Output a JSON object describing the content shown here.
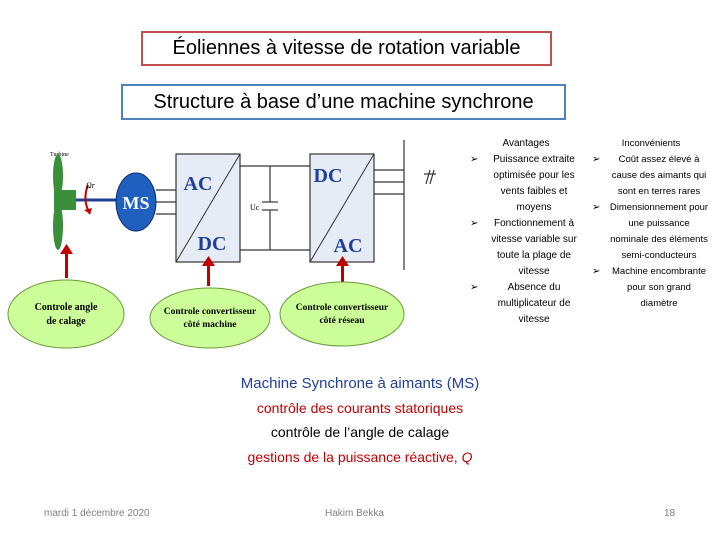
{
  "titles": {
    "main": "Éoliennes à vitesse de rotation variable",
    "sub": "Structure à base d’une machine synchrone"
  },
  "diagram": {
    "turbine_label": "Turbine",
    "omega_label": "Ωr",
    "ms_label": "MS",
    "conv1_top": "AC",
    "conv1_bottom": "DC",
    "conv2_top": "DC",
    "conv2_bottom": "AC",
    "uc_label": "Uc",
    "ctrl_pitch": [
      "Controle angle",
      "de calage"
    ],
    "ctrl_machine": [
      "Controle convertisseur",
      "côté machine"
    ],
    "ctrl_grid": [
      "Controle convertisseur",
      "côté réseau"
    ]
  },
  "advantages": {
    "header": "Avantages",
    "items": [
      "Puissance extraite optimisée pour les vents faibles et moyens",
      "Fonctionnement à vitesse variable sur toute la plage de vitesse",
      "Absence du multiplicateur de vitesse"
    ]
  },
  "disadvantages": {
    "header": "Inconvénients",
    "items": [
      "Coût assez élevé à cause des aimants qui sont en terres rares",
      "Dimensionnement pour une puissance nominale des éléments semi-conducteurs",
      "Machine encombrante pour son grand diamètre"
    ]
  },
  "bullet_glyph": "➢",
  "notes": {
    "ms_text": "Machine Synchrone à aimants",
    "ms_abbr": "(MS)",
    "line1": "contrôle des courants statoriques",
    "line2": "contrôle de l’angle de calage",
    "line3": "gestions de la puissance réactive, ",
    "line3_var": "Q"
  },
  "footer": {
    "date": "mardi 1 décembre 2020",
    "author": "Hakim Bekka",
    "page": "18"
  },
  "colors": {
    "ellipse_fill": "#ccff99",
    "conv_fill": "#e6ecf5",
    "arrow_red": "#c00000",
    "ms_fill": "#1f5fbf",
    "turbine_green": "#3a8f3a"
  }
}
